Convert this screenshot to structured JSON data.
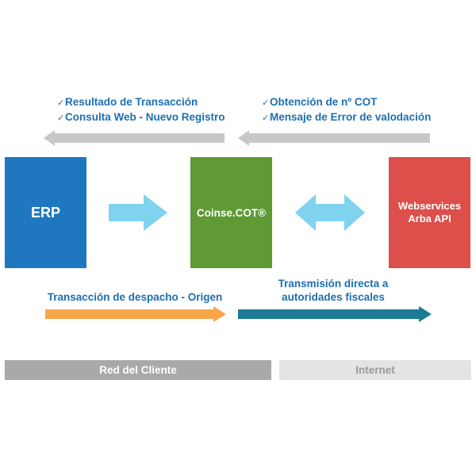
{
  "feedback_left": {
    "items": [
      "Resultado de Transacción",
      "Consulta Web - Nuevo Registro"
    ],
    "check_glyph": "✓"
  },
  "feedback_right": {
    "items": [
      "Obtención de nº COT",
      "Mensaje de Error de valodación"
    ],
    "check_glyph": "✓"
  },
  "boxes": {
    "erp": {
      "label": "ERP",
      "color": "#1f77c0"
    },
    "coinse": {
      "label": "Coinse.COT®",
      "color": "#5f9a35"
    },
    "webservices": {
      "line1": "Webservices",
      "line2": "Arba API",
      "color": "#dc4f4b"
    }
  },
  "flows": {
    "origin_label": "Transacción de despacho - Origen",
    "direct_line1": "Transmisión directa a",
    "direct_line2": "autoridades fiscales"
  },
  "networks": {
    "client": "Red del Cliente",
    "internet": "Internet"
  },
  "colors": {
    "text_blue": "#1e6fb0",
    "arrow_light_blue": "#7fd3ef",
    "arrow_gray": "#c8c8c8",
    "arrow_orange": "#f9a64a",
    "arrow_teal": "#1b7b94",
    "band_gray": "#a9a9a9",
    "band_light": "#e4e4e4"
  }
}
